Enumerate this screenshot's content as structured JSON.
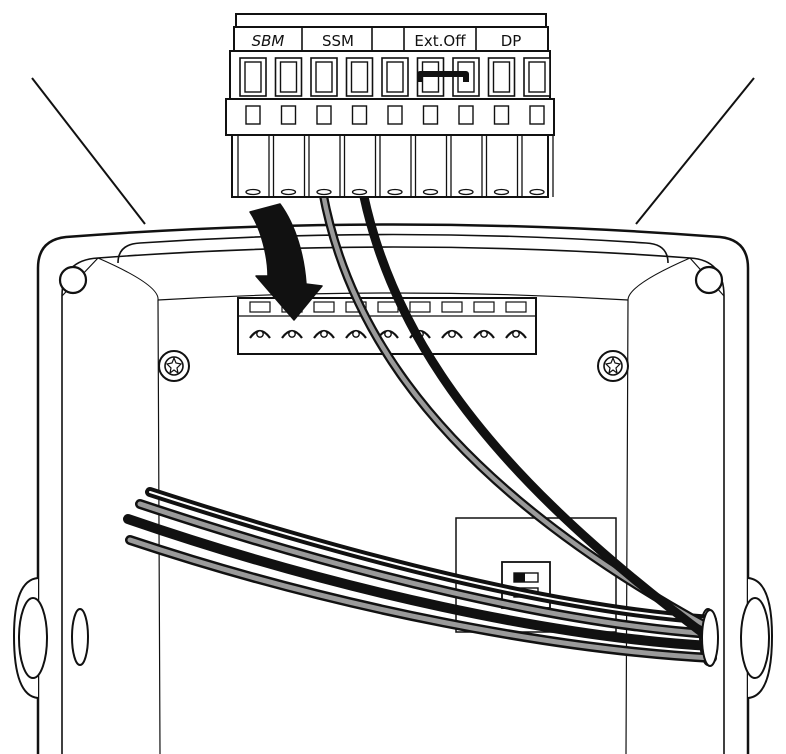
{
  "connector": {
    "labels": {
      "sbm": "SBM",
      "ssm": "SSM",
      "ext_off": "Ext.Off",
      "dp": "DP"
    }
  },
  "colors": {
    "line": "#111111",
    "background": "#ffffff",
    "wire_grey": "#9a9a9a"
  }
}
